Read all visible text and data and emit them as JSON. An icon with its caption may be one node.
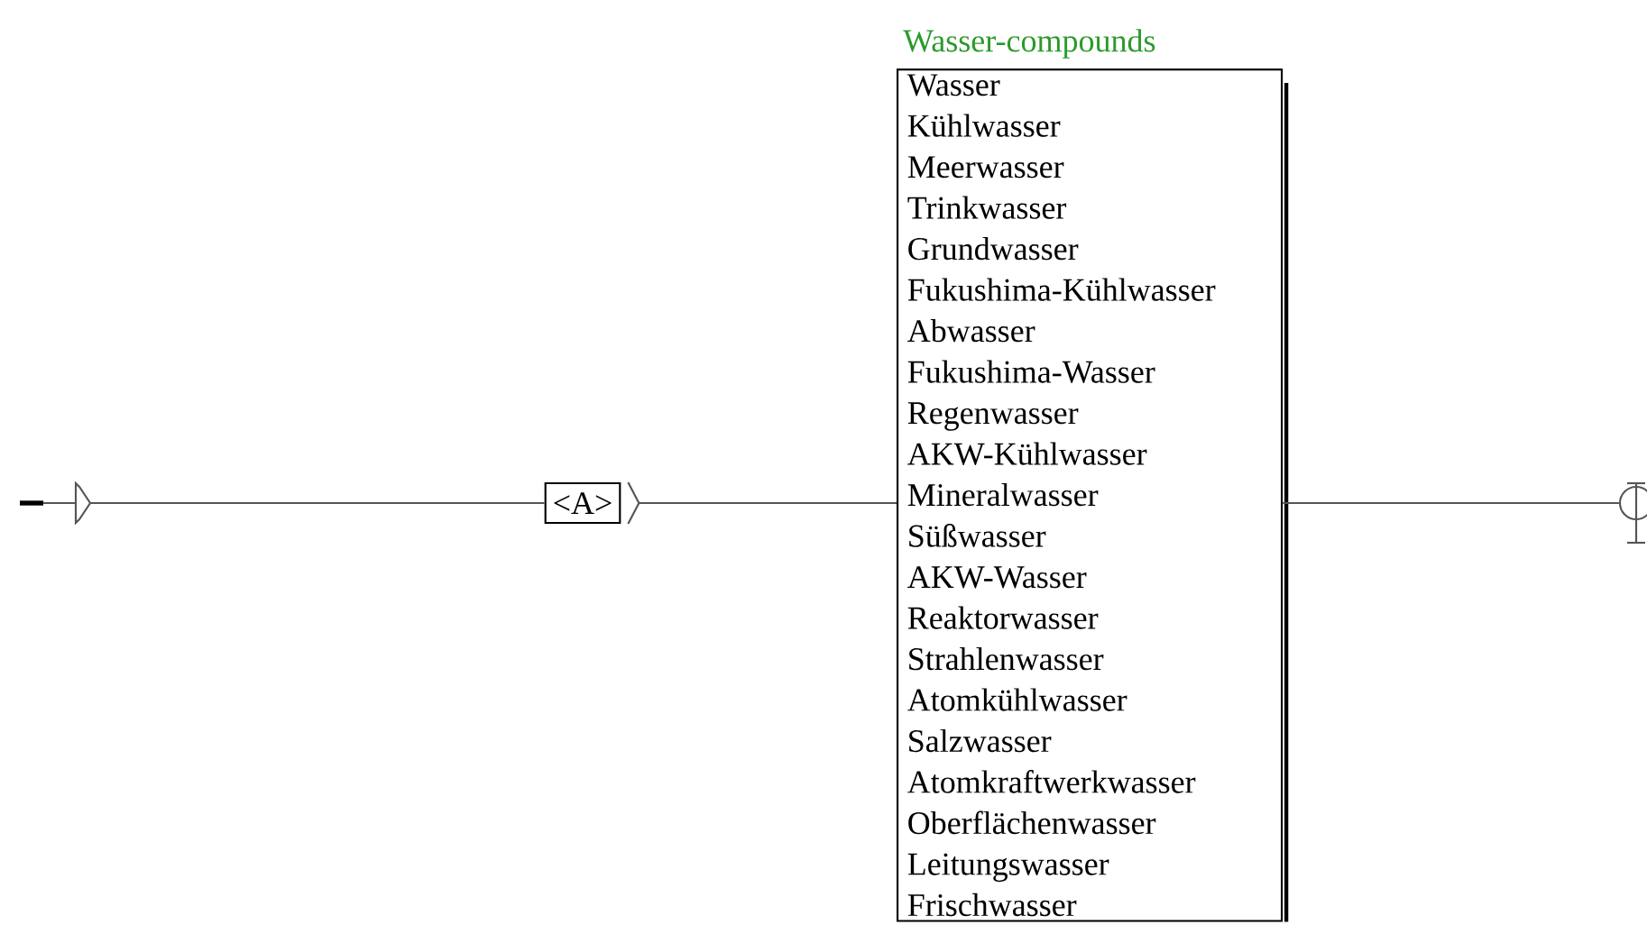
{
  "diagram": {
    "nodes": [
      {
        "text": [],
        "shape": "triangle"
      },
      {
        "text": [
          "<A>"
        ]
      },
      {
        "text": [
          "Wasser-compounds",
          "Wasser",
          "Kühlwasser",
          "Meerwasser",
          "Trinkwasser",
          "Grundwasser",
          "Fukushima-Kühlwasser",
          "Abwasser",
          "Fukushima-Wasser",
          "Regenwasser",
          "AKW-Kühlwasser",
          "Mineralwasser",
          "Süßwasser",
          "AKW-Wasser",
          "Reaktorwasser",
          "Strahlenwasser",
          "Atomkühlwasser",
          "Salzwasser",
          "Atomkraftwerkwasser",
          "Oberflächenwasser",
          "Leitungswasser",
          "Frischwasser"
        ]
      },
      {
        "text": [],
        "shape": "circle"
      }
    ],
    "edges": [
      {
        "from": 0,
        "to": 1,
        "arrow": "none"
      },
      {
        "from": 1,
        "to": 2,
        "arrow": "none"
      },
      {
        "from": 2,
        "to": 3,
        "arrow": "none"
      }
    ]
  }
}
